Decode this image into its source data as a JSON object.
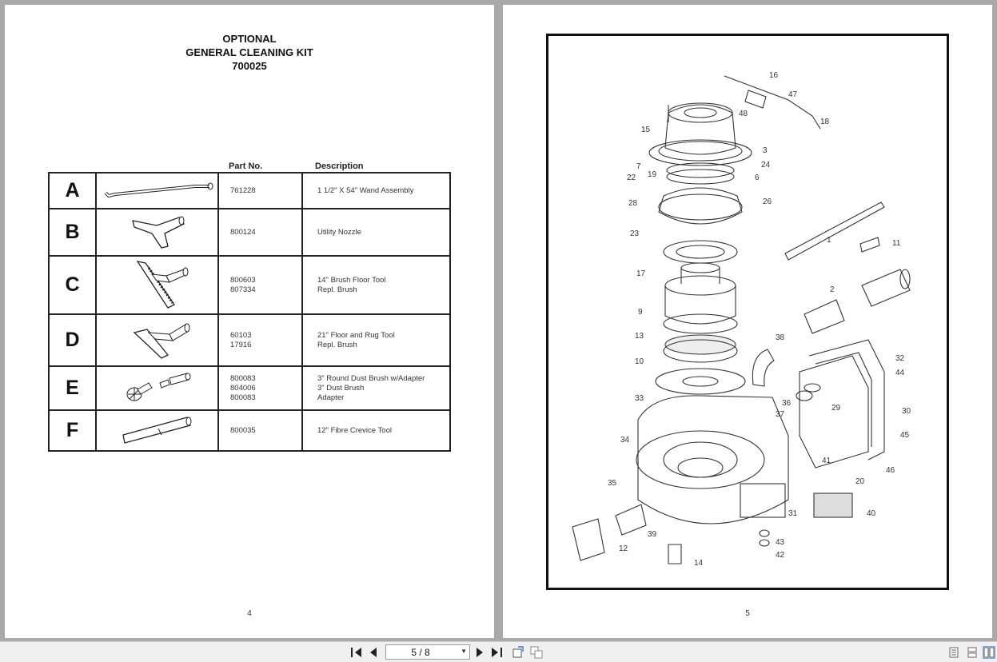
{
  "left_page": {
    "title_lines": [
      "OPTIONAL",
      "GENERAL CLEANING KIT",
      "700025"
    ],
    "column_headers": {
      "part_no": "Part No.",
      "description": "Description"
    },
    "rows": [
      {
        "letter": "A",
        "parts": [
          "761228"
        ],
        "descriptions": [
          "1 1/2\" X 54\" Wand Assembly"
        ],
        "icon": "wand-icon"
      },
      {
        "letter": "B",
        "parts": [
          "800124"
        ],
        "descriptions": [
          "Utility Nozzle"
        ],
        "icon": "utility-nozzle-icon"
      },
      {
        "letter": "C",
        "parts": [
          "800603",
          "807334"
        ],
        "descriptions": [
          "14\" Brush Floor Tool",
          "Repl. Brush"
        ],
        "icon": "brush-floor-tool-icon"
      },
      {
        "letter": "D",
        "parts": [
          "60103",
          "17916"
        ],
        "descriptions": [
          "21\" Floor and Rug Tool",
          "Repl. Brush"
        ],
        "icon": "floor-rug-tool-icon"
      },
      {
        "letter": "E",
        "parts": [
          "800083",
          "804006",
          "800083"
        ],
        "descriptions": [
          "3\" Round Dust Brush w/Adapter",
          "3\" Dust Brush",
          "Adapter"
        ],
        "icon": "dust-brush-icon"
      },
      {
        "letter": "F",
        "parts": [
          "800035"
        ],
        "descriptions": [
          "12\" Fibre Crevice Tool"
        ],
        "icon": "crevice-tool-icon"
      }
    ],
    "page_number": "4"
  },
  "right_page": {
    "diagram_callouts": [
      "16",
      "47",
      "48",
      "18",
      "15",
      "3",
      "24",
      "7",
      "22",
      "19",
      "6",
      "28",
      "26",
      "23",
      "1",
      "11",
      "17",
      "2",
      "9",
      "13",
      "38",
      "10",
      "32",
      "44",
      "33",
      "36",
      "29",
      "37",
      "30",
      "34",
      "45",
      "41",
      "46",
      "35",
      "20",
      "31",
      "40",
      "39",
      "43",
      "12",
      "42",
      "14"
    ],
    "page_number": "5"
  },
  "toolbar": {
    "page_display": "5 / 8",
    "icons": [
      "first-page-icon",
      "prev-page-icon",
      "next-page-icon",
      "last-page-icon",
      "rotate-icon",
      "copy-icon",
      "single-page-view-icon",
      "continuous-view-icon",
      "facing-view-icon"
    ]
  }
}
